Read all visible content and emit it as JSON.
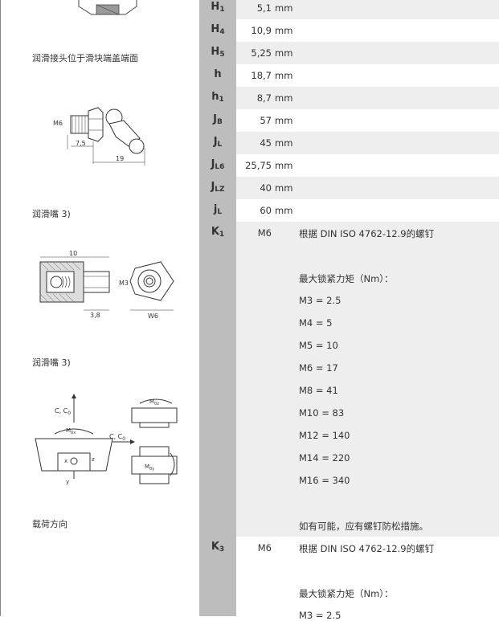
{
  "captions": {
    "lube_position": "润滑接头位于滑块端盖端面",
    "nipple_1": "润滑嘴 3)",
    "nipple_2": "润滑嘴 3)",
    "load_dir": "载荷方向"
  },
  "drawing_labels": {
    "m6": "M6",
    "d75": "7,5",
    "d19": "19",
    "d10": "10",
    "m3": "M3",
    "d38": "3,8",
    "w6": "W6",
    "c_c0_top": "C, C",
    "c_c0_top_sub": "0",
    "c_c0_side": "C, C",
    "c_c0_side_sub": "0",
    "m0x": "M",
    "m0x_sub": "0x",
    "m0z": "M",
    "m0z_sub": "0z",
    "m0y": "M",
    "m0y_sub": "0y",
    "x": "x",
    "y": "y",
    "z": "z"
  },
  "rows": [
    {
      "sym": "H",
      "sub": "1",
      "val": "5,1",
      "unit": "mm"
    },
    {
      "sym": "H",
      "sub": "4",
      "val": "10,9",
      "unit": "mm"
    },
    {
      "sym": "H",
      "sub": "5",
      "val": "5,25",
      "unit": "mm"
    },
    {
      "sym": "h",
      "sub": "",
      "val": "18,7",
      "unit": "mm"
    },
    {
      "sym": "h",
      "sub": "1",
      "val": "8,7",
      "unit": "mm"
    },
    {
      "sym": "J",
      "sub": "B",
      "val": "57",
      "unit": "mm"
    },
    {
      "sym": "J",
      "sub": "L",
      "val": "45",
      "unit": "mm"
    },
    {
      "sym": "J",
      "sub": "L6",
      "val": "25,75",
      "unit": "mm"
    },
    {
      "sym": "J",
      "sub": "LZ",
      "val": "40",
      "unit": "mm"
    },
    {
      "sym": "j",
      "sub": "L",
      "val": "60",
      "unit": "mm"
    }
  ],
  "k1": {
    "sym": "K",
    "sub": "1",
    "val": "M6",
    "lines": [
      "根据 DIN ISO 4762-12.9的螺钉",
      "",
      "最大锁紧力矩（Nm）：",
      "M3 = 2.5",
      "M4 = 5",
      "M5 = 10",
      "M6 = 17",
      "M8 = 41",
      "M10 = 83",
      "M12 = 140",
      "M14 = 220",
      "M16 = 340",
      "",
      "如有可能，应有螺钉防松措施。"
    ]
  },
  "k3": {
    "sym": "K",
    "sub": "3",
    "val": "M6",
    "lines": [
      "根据 DIN ISO 4762-12.9的螺钉",
      "",
      "最大锁紧力矩（Nm）：",
      "M3 = 2.5"
    ]
  }
}
